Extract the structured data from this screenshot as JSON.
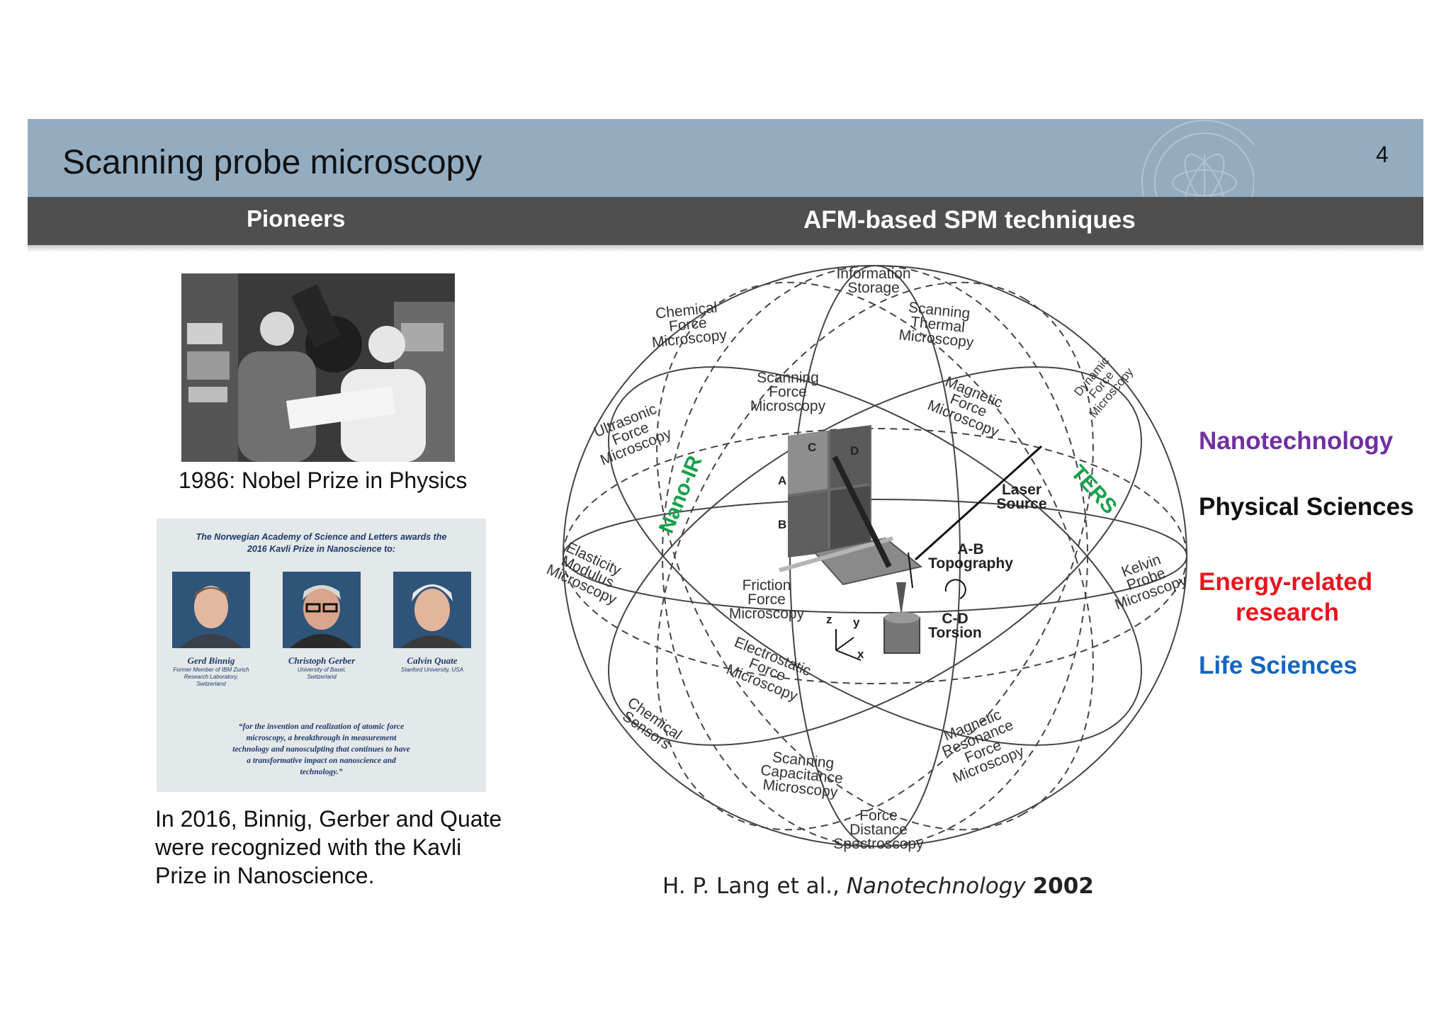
{
  "header": {
    "title": "Scanning probe microscopy",
    "page_number": "4",
    "left_heading": "Pioneers",
    "right_heading": "AFM-based SPM techniques"
  },
  "pioneers": {
    "photo_caption": "1986: Nobel Prize in Physics",
    "kavli": {
      "heading_line1": "The Norwegian Academy of Science and Letters awards the",
      "heading_line2": "2016 Kavli Prize in Nanoscience to:",
      "laureates": [
        {
          "name": "Gerd Binnig",
          "affiliation_line1": "Former Member of IBM Zurich",
          "affiliation_line2": "Research Laboratory, Switzerland"
        },
        {
          "name": "Christoph Gerber",
          "affiliation_line1": "University of Basel, Switzerland",
          "affiliation_line2": ""
        },
        {
          "name": "Calvin Quate",
          "affiliation_line1": "Stanford University, USA",
          "affiliation_line2": ""
        }
      ],
      "quote_lines": [
        "“for the invention and realization of atomic force",
        "microscopy, a breakthrough in measurement",
        "technology and nanosculpting that continues to have",
        "a transformative impact on nanoscience and",
        "technology.”"
      ]
    },
    "kavli_caption_lines": [
      "In 2016, Binnig, Gerber and Quate",
      "were recognized with the Kavli",
      "Prize in Nanoscience."
    ]
  },
  "diagram": {
    "labels": {
      "information_storage": [
        "Information",
        "Storage"
      ],
      "chemical_force": [
        "Chemical",
        "Force",
        "Microscopy"
      ],
      "scanning_thermal": [
        "Scanning",
        "Thermal",
        "Microscopy"
      ],
      "scanning_force": [
        "Scanning",
        "Force",
        "Microscopy"
      ],
      "magnetic_force": [
        "Magnetic",
        "Force",
        "Microscopy"
      ],
      "dynamic_force": [
        "Dynamic",
        "Force",
        "Microscopy"
      ],
      "ultrasonic_force": [
        "Ultrasonic",
        "Force",
        "Microscopy"
      ],
      "laser_source": [
        "Laser",
        "Source"
      ],
      "elasticity_modulus": [
        "Elasticity",
        "Modulus",
        "Microscopy"
      ],
      "friction_force": [
        "Friction",
        "Force",
        "Microscopy"
      ],
      "ab_topography": [
        "A-B",
        "Topography"
      ],
      "kelvin_probe": [
        "Kelvin",
        "Probe",
        "Microscopy"
      ],
      "cd_torsion": [
        "C-D",
        "Torsion"
      ],
      "electrostatic_force": [
        "Electrostatic",
        "Force",
        "Microscopy"
      ],
      "chemical_sensors": [
        "Chemical",
        "Sensors"
      ],
      "magnetic_resonance": [
        "Magnetic",
        "Resonance",
        "Force",
        "Microscopy"
      ],
      "scanning_capacitance": [
        "Scanning",
        "Capacitance",
        "Microscopy"
      ],
      "force_distance": [
        "Force",
        "Distance",
        "Spectroscopy"
      ],
      "quadrants": [
        "A",
        "B",
        "C",
        "D"
      ],
      "axes": [
        "z",
        "y",
        "x"
      ]
    },
    "highlights": {
      "nano_ir": "Nano-IR",
      "ters": "TERS",
      "color": "#18a04a"
    },
    "citation": {
      "authors": "H. P. Lang et al.,",
      "journal": "Nanotechnology",
      "year": "2002"
    }
  },
  "fields": [
    {
      "label": "Nanotechnology",
      "color": "#7030a0"
    },
    {
      "label": "Physical Sciences",
      "color": "#111111"
    },
    {
      "label": "Energy-related",
      "color": "#e8141e"
    },
    {
      "label": "research",
      "color": "#e8141e"
    },
    {
      "label": "Life Sciences",
      "color": "#1565c0"
    }
  ]
}
